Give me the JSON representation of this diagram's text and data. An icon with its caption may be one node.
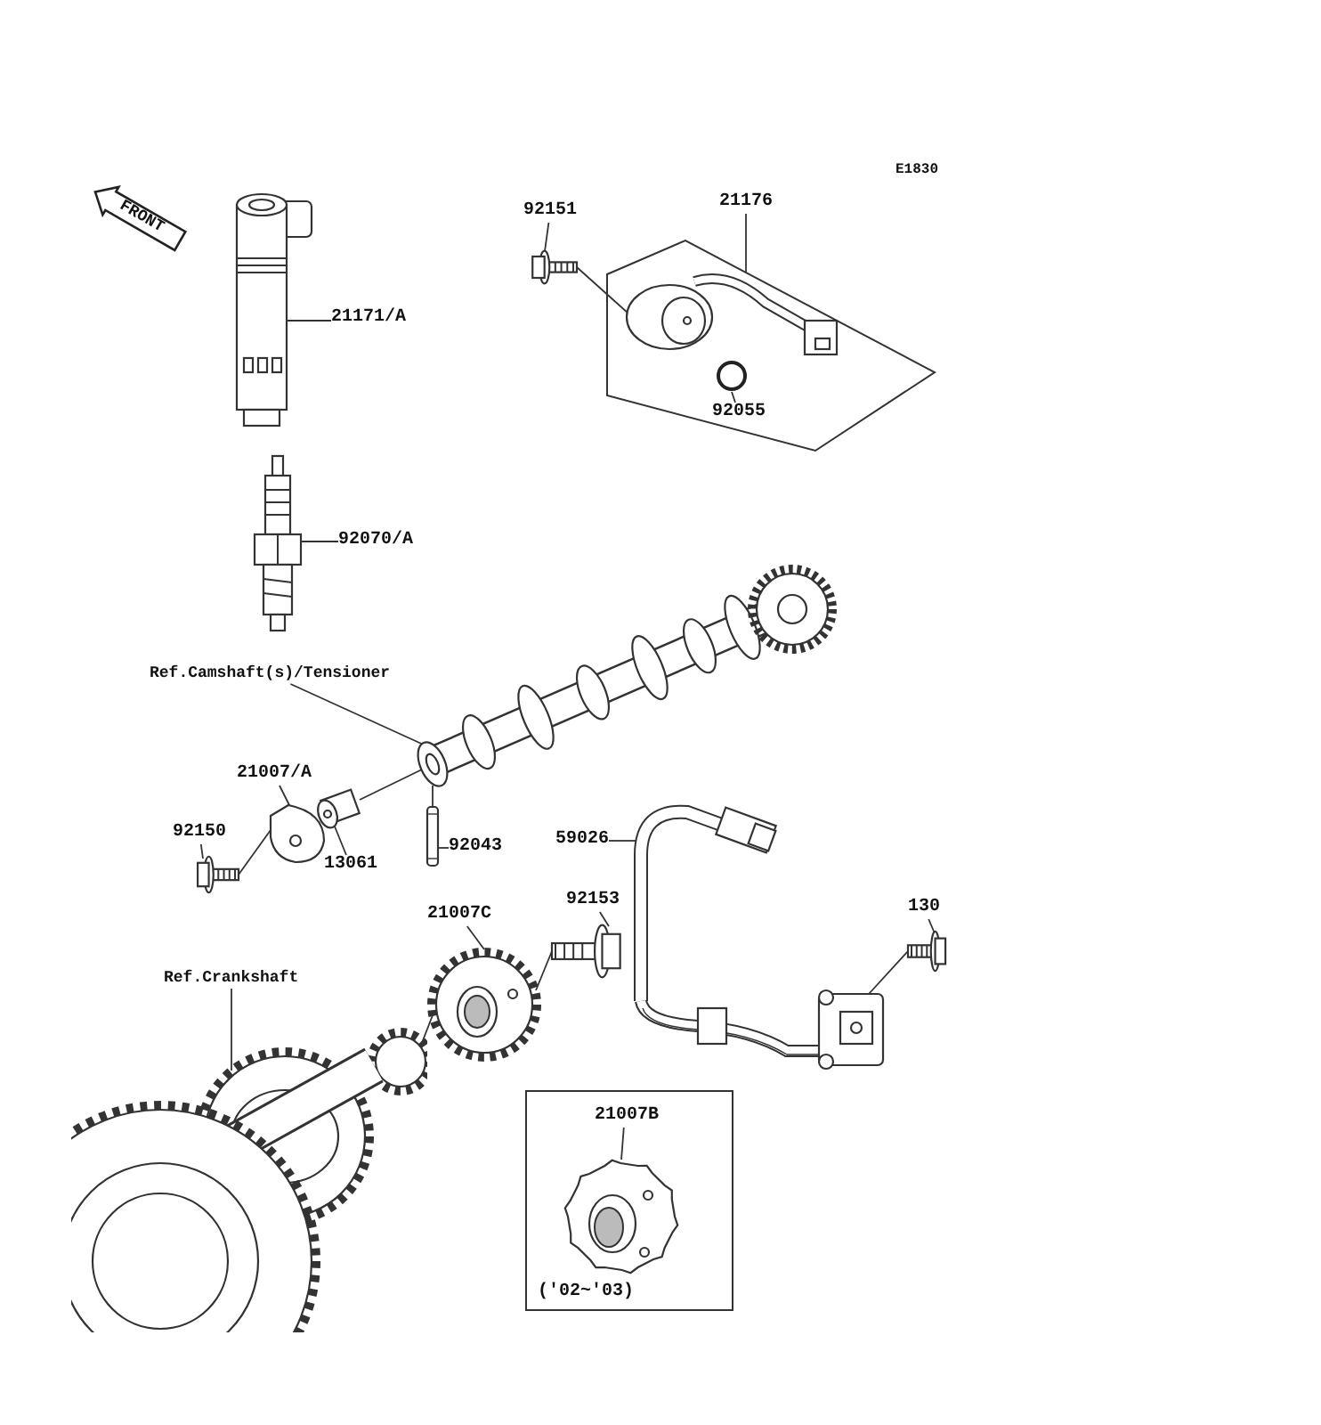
{
  "diagram": {
    "nodes": [
      {
        "text": [
          "FRONT"
        ]
      },
      {
        "text": [
          "21171/A"
        ]
      },
      {
        "text": [],
        "shape": "picture"
      },
      {
        "text": [
          "92070/A"
        ]
      },
      {
        "text": [],
        "shape": "picture"
      },
      {
        "text": [
          "92151"
        ]
      },
      {
        "text": [],
        "shape": "picture"
      },
      {
        "text": [
          "21176"
        ]
      },
      {
        "text": [],
        "shape": "hexagon"
      },
      {
        "text": [],
        "shape": "picture",
        "in": 8
      },
      {
        "text": [],
        "shape": "circle",
        "in": 8
      },
      {
        "text": [
          "92055"
        ],
        "in": 8
      },
      {
        "text": [
          "Ref.Camshaft(s)/Tensioner"
        ]
      },
      {
        "text": [],
        "shape": "picture"
      },
      {
        "text": [
          "21007/A"
        ]
      },
      {
        "text": [],
        "shape": "picture"
      },
      {
        "text": [
          "92150"
        ]
      },
      {
        "text": [],
        "shape": "picture"
      },
      {
        "text": [],
        "shape": "picture"
      },
      {
        "text": [
          "13061"
        ]
      },
      {
        "text": [],
        "shape": "bar"
      },
      {
        "text": [
          "92043"
        ]
      },
      {
        "text": [
          "21007C"
        ]
      },
      {
        "text": [],
        "shape": "picture"
      },
      {
        "text": [
          "92153"
        ]
      },
      {
        "text": [],
        "shape": "picture"
      },
      {
        "text": [
          "Ref.Crankshaft"
        ]
      },
      {
        "text": [],
        "shape": "picture"
      },
      {
        "text": [
          "59026"
        ]
      },
      {
        "text": [],
        "shape": "picture"
      },
      {
        "text": [
          "130"
        ]
      },
      {
        "text": [],
        "shape": "picture"
      },
      {
        "text": [
          "('02~'03)"
        ]
      },
      {
        "text": [
          "21007B"
        ],
        "in": 32
      },
      {
        "text": [],
        "shape": "picture",
        "in": 32
      }
    ],
    "edges": [
      {
        "from": 1,
        "to": 2,
        "arrow": "none"
      },
      {
        "from": 3,
        "to": 4,
        "arrow": "none"
      },
      {
        "from": 5,
        "to": 6,
        "arrow": "none"
      },
      {
        "from": 7,
        "to": 8,
        "arrow": "none"
      },
      {
        "from": 11,
        "to": 10,
        "arrow": "none"
      },
      {
        "from": 6,
        "to": 9,
        "arrow": "none"
      },
      {
        "from": 12,
        "to": 13,
        "arrow": "none"
      },
      {
        "from": 14,
        "to": 15,
        "arrow": "none"
      },
      {
        "from": 16,
        "to": 17,
        "arrow": "none"
      },
      {
        "from": 17,
        "to": 15,
        "arrow": "none"
      },
      {
        "from": 19,
        "to": 18,
        "arrow": "none"
      },
      {
        "from": 18,
        "to": 13,
        "arrow": "none"
      },
      {
        "from": 21,
        "to": 20,
        "arrow": "none"
      },
      {
        "from": 20,
        "to": 13,
        "arrow": "none"
      },
      {
        "from": 22,
        "to": 23,
        "arrow": "none"
      },
      {
        "from": 24,
        "to": 25,
        "arrow": "none"
      },
      {
        "from": 25,
        "to": 23,
        "arrow": "none"
      },
      {
        "from": 23,
        "to": 27,
        "arrow": "none"
      },
      {
        "from": 26,
        "to": 27,
        "arrow": "none"
      },
      {
        "from": 28,
        "to": 29,
        "arrow": "none"
      },
      {
        "from": 30,
        "to": 31,
        "arrow": "none"
      },
      {
        "from": 31,
        "to": 29,
        "arrow": "none"
      },
      {
        "from": 33,
        "to": 34,
        "arrow": "none"
      }
    ],
    "labels": [
      "E1830"
    ]
  }
}
